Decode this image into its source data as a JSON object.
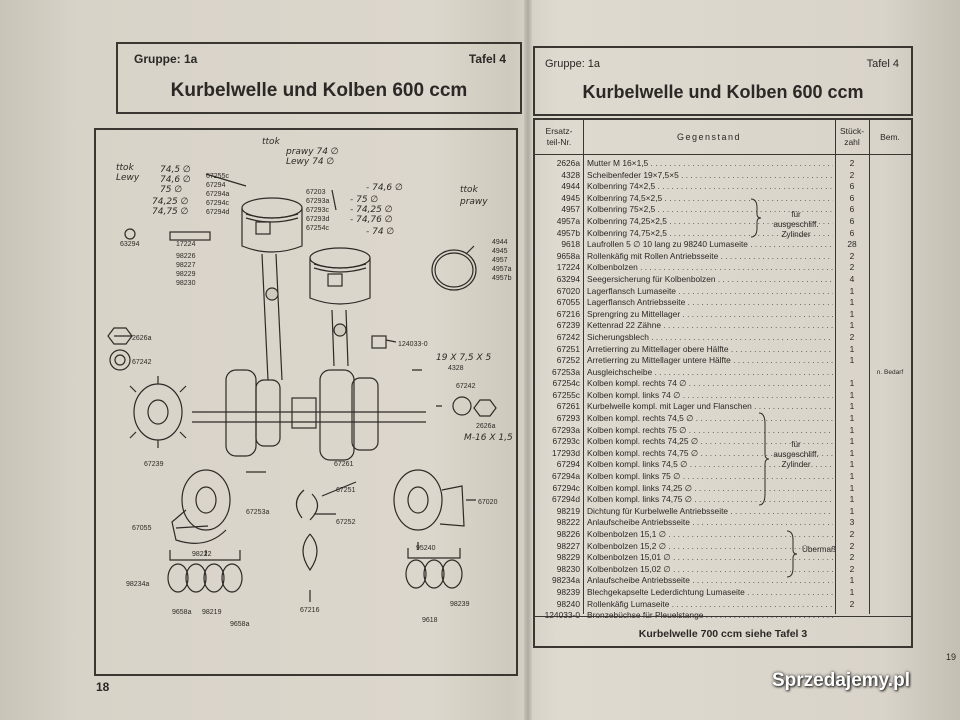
{
  "left_page": {
    "group": "Gruppe: 1a",
    "plate": "Tafel 4",
    "title": "Kurbelwelle und Kolben 600 ccm",
    "page_number": "18",
    "diagram_labels": [
      "67255c",
      "67294",
      "67294a",
      "67294c",
      "67294d",
      "67203",
      "67293a",
      "67293c",
      "67293d",
      "67254c",
      "63294",
      "17224",
      "98226",
      "98227",
      "98229",
      "98230",
      "4944",
      "4945",
      "4957",
      "4957a",
      "4957b",
      "2626a",
      "67242",
      "124033-0",
      "4328",
      "67242",
      "2626a",
      "67239",
      "67261",
      "67251",
      "67253a",
      "67252",
      "67020",
      "67055",
      "98222",
      "98234a",
      "9658a",
      "98219",
      "9658a",
      "67216",
      "95240",
      "98239",
      "9618"
    ],
    "handwriting": {
      "top_right": [
        "ttok",
        "prawy 74 ∅",
        "Lewy 74 ∅"
      ],
      "left_side": [
        "ttok",
        "Lewy"
      ],
      "left_sizes": [
        "74,5 ∅",
        "74,6 ∅",
        "75 ∅",
        "74,25 ∅",
        "74,75 ∅"
      ],
      "right_sizes": [
        "- 74,6 ∅",
        "- 75 ∅",
        "- 74,25 ∅",
        "- 74,76 ∅",
        "- 74 ∅"
      ],
      "right_note": [
        "ttok",
        "prawy"
      ],
      "bolt_note": "19 X 7,5 X 5",
      "nut_note": "M-16 X 1,5"
    }
  },
  "right_page": {
    "group": "Gruppe: 1a",
    "plate": "Tafel 4",
    "title": "Kurbelwelle und Kolben 600 ccm",
    "headers": {
      "part_no": "Ersatz-\nteil-Nr.",
      "item": "Gegenstand",
      "qty": "Stück-\nzahl",
      "remark": "Bem."
    },
    "rows": [
      {
        "pn": "2626a",
        "desc": "Mutter M 16×1,5",
        "qty": "2",
        "rem": ""
      },
      {
        "pn": "4328",
        "desc": "Scheibenfeder 19×7,5×5",
        "qty": "2",
        "rem": ""
      },
      {
        "pn": "4944",
        "desc": "Kolbenring 74×2,5",
        "qty": "6",
        "rem": ""
      },
      {
        "pn": "4945",
        "desc": "Kolbenring 74,5×2,5",
        "qty": "6",
        "rem": ""
      },
      {
        "pn": "4957",
        "desc": "Kolbenring 75×2,5",
        "qty": "6",
        "rem": ""
      },
      {
        "pn": "4957a",
        "desc": "Kolbenring 74,25×2,5",
        "qty": "6",
        "rem": ""
      },
      {
        "pn": "4957b",
        "desc": "Kolbenring 74,75×2,5",
        "qty": "6",
        "rem": ""
      },
      {
        "pn": "9618",
        "desc": "Laufrollen 5 ∅ 10 lang zu 98240 Lumaseite",
        "qty": "28",
        "rem": ""
      },
      {
        "pn": "9658a",
        "desc": "Rollenkäfig mit Rollen Antriebsseite",
        "qty": "2",
        "rem": ""
      },
      {
        "pn": "17224",
        "desc": "Kolbenbolzen",
        "qty": "2",
        "rem": ""
      },
      {
        "pn": "63294",
        "desc": "Seegersicherung für Kolbenbolzen",
        "qty": "4",
        "rem": ""
      },
      {
        "pn": "67020",
        "desc": "Lagerflansch Lumaseite",
        "qty": "1",
        "rem": ""
      },
      {
        "pn": "67055",
        "desc": "Lagerflansch Antriebsseite",
        "qty": "1",
        "rem": ""
      },
      {
        "pn": "67216",
        "desc": "Sprengring zu Mittellager",
        "qty": "1",
        "rem": ""
      },
      {
        "pn": "67239",
        "desc": "Kettenrad 22 Zähne",
        "qty": "1",
        "rem": ""
      },
      {
        "pn": "67242",
        "desc": "Sicherungsblech",
        "qty": "2",
        "rem": ""
      },
      {
        "pn": "67251",
        "desc": "Arretierring zu Mittellager obere Hälfte",
        "qty": "1",
        "rem": ""
      },
      {
        "pn": "67252",
        "desc": "Arretierring zu Mittellager untere Hälfte",
        "qty": "1",
        "rem": ""
      },
      {
        "pn": "67253a",
        "desc": "Ausgleichscheibe",
        "qty": "",
        "rem": "n. Bedarf"
      },
      {
        "pn": "67254c",
        "desc": "Kolben kompl. rechts 74 ∅",
        "qty": "1",
        "rem": ""
      },
      {
        "pn": "67255c",
        "desc": "Kolben kompl. links 74 ∅",
        "qty": "1",
        "rem": ""
      },
      {
        "pn": "67261",
        "desc": "Kurbelwelle kompl. mit Lager und Flanschen",
        "qty": "1",
        "rem": ""
      },
      {
        "pn": "67293",
        "desc": "Kolben kompl. rechts 74,5 ∅",
        "qty": "1",
        "rem": ""
      },
      {
        "pn": "67293a",
        "desc": "Kolben kompl. rechts 75 ∅",
        "qty": "1",
        "rem": ""
      },
      {
        "pn": "67293c",
        "desc": "Kolben kompl. rechts 74,25 ∅",
        "qty": "1",
        "rem": ""
      },
      {
        "pn": "17293d",
        "desc": "Kolben kompl. rechts 74,75 ∅",
        "qty": "1",
        "rem": ""
      },
      {
        "pn": "67294",
        "desc": "Kolben kompl. links 74,5 ∅",
        "qty": "1",
        "rem": ""
      },
      {
        "pn": "67294a",
        "desc": "Kolben kompl. links 75 ∅",
        "qty": "1",
        "rem": ""
      },
      {
        "pn": "67294c",
        "desc": "Kolben kompl. links 74,25 ∅",
        "qty": "1",
        "rem": ""
      },
      {
        "pn": "67294d",
        "desc": "Kolben kompl. links 74,75 ∅",
        "qty": "1",
        "rem": ""
      },
      {
        "pn": "98219",
        "desc": "Dichtung für Kurbelwelle Antriebsseite",
        "qty": "1",
        "rem": ""
      },
      {
        "pn": "98222",
        "desc": "Anlaufscheibe Antriebsseite",
        "qty": "3",
        "rem": ""
      },
      {
        "pn": "98226",
        "desc": "Kolbenbolzen 15,1 ∅",
        "qty": "2",
        "rem": ""
      },
      {
        "pn": "98227",
        "desc": "Kolbenbolzen 15,2 ∅",
        "qty": "2",
        "rem": ""
      },
      {
        "pn": "98229",
        "desc": "Kolbenbolzen 15,01 ∅",
        "qty": "2",
        "rem": ""
      },
      {
        "pn": "98230",
        "desc": "Kolbenbolzen 15,02 ∅",
        "qty": "2",
        "rem": ""
      },
      {
        "pn": "98234a",
        "desc": "Anlaufscheibe Antriebsseite",
        "qty": "1",
        "rem": ""
      },
      {
        "pn": "98239",
        "desc": "Blechgekapselte Lederdichtung Lumaseite",
        "qty": "1",
        "rem": ""
      },
      {
        "pn": "98240",
        "desc": "Rollenkäfig Lumaseite",
        "qty": "2",
        "rem": ""
      },
      {
        "pn": "124033-0",
        "desc": "Bronzebüchse für Pleuelstange",
        "qty": "",
        "rem": ""
      }
    ],
    "brace_notes": {
      "rings": "für\nausgeschliff.\nZylinder",
      "pistons": "für\nausgeschliff.\nZylinder",
      "pins": "Übermaß"
    },
    "footer": "Kurbelwelle 700 ccm siehe Tafel 3",
    "page_number": "19"
  },
  "watermark": "Sprzedajemy.pl"
}
